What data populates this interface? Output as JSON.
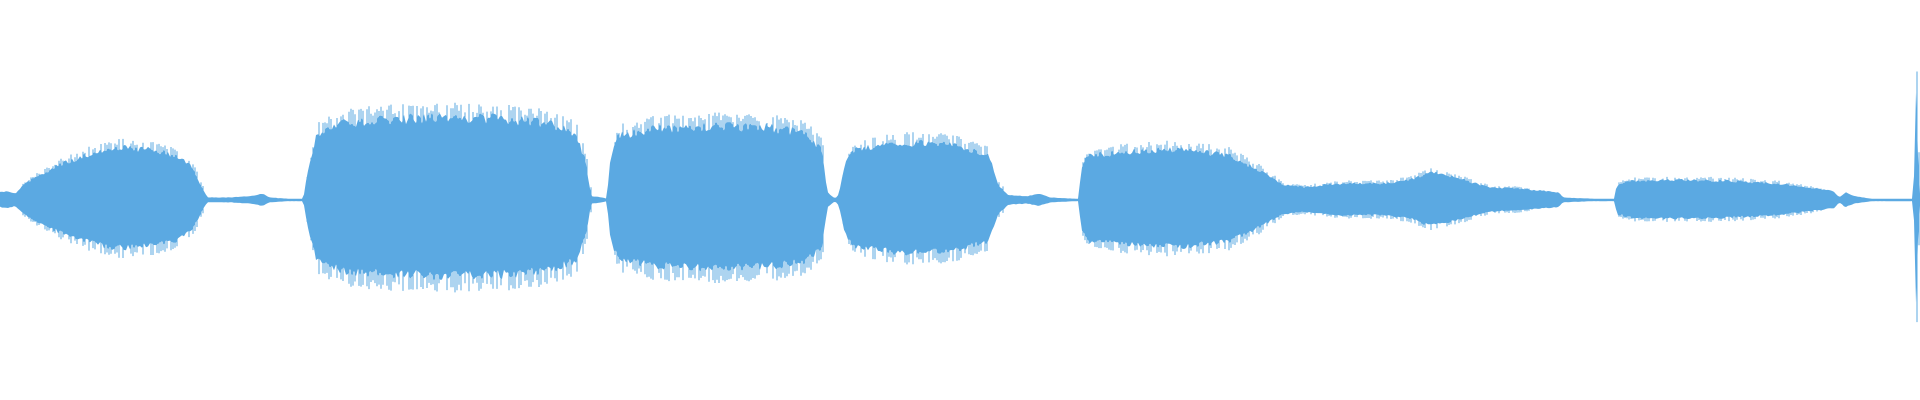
{
  "waveform": {
    "color": "#5ba9e2",
    "background": "#ffffff",
    "duration_fraction_note": "",
    "envelope": [
      [
        0.0,
        0.06
      ],
      [
        0.004,
        0.07
      ],
      [
        0.008,
        0.05
      ],
      [
        0.012,
        0.12
      ],
      [
        0.02,
        0.19
      ],
      [
        0.03,
        0.27
      ],
      [
        0.045,
        0.35
      ],
      [
        0.055,
        0.4
      ],
      [
        0.065,
        0.41
      ],
      [
        0.08,
        0.39
      ],
      [
        0.092,
        0.35
      ],
      [
        0.1,
        0.26
      ],
      [
        0.105,
        0.1
      ],
      [
        0.108,
        0.02
      ],
      [
        0.12,
        0.02
      ],
      [
        0.13,
        0.03
      ],
      [
        0.137,
        0.05
      ],
      [
        0.14,
        0.02
      ],
      [
        0.15,
        0.01
      ],
      [
        0.158,
        0.01
      ],
      [
        0.16,
        0.22
      ],
      [
        0.165,
        0.52
      ],
      [
        0.18,
        0.61
      ],
      [
        0.2,
        0.63
      ],
      [
        0.23,
        0.65
      ],
      [
        0.26,
        0.64
      ],
      [
        0.285,
        0.6
      ],
      [
        0.3,
        0.52
      ],
      [
        0.305,
        0.3
      ],
      [
        0.308,
        0.03
      ],
      [
        0.314,
        0.02
      ],
      [
        0.316,
        0.01
      ],
      [
        0.318,
        0.35
      ],
      [
        0.322,
        0.5
      ],
      [
        0.34,
        0.56
      ],
      [
        0.37,
        0.58
      ],
      [
        0.4,
        0.57
      ],
      [
        0.42,
        0.52
      ],
      [
        0.428,
        0.4
      ],
      [
        0.431,
        0.06
      ],
      [
        0.435,
        0.01
      ],
      [
        0.437,
        0.05
      ],
      [
        0.44,
        0.28
      ],
      [
        0.445,
        0.4
      ],
      [
        0.47,
        0.45
      ],
      [
        0.495,
        0.44
      ],
      [
        0.515,
        0.35
      ],
      [
        0.52,
        0.12
      ],
      [
        0.525,
        0.04
      ],
      [
        0.535,
        0.03
      ],
      [
        0.541,
        0.05
      ],
      [
        0.547,
        0.02
      ],
      [
        0.56,
        0.01
      ],
      [
        0.562,
        0.01
      ],
      [
        0.563,
        0.26
      ],
      [
        0.567,
        0.35
      ],
      [
        0.59,
        0.38
      ],
      [
        0.615,
        0.4
      ],
      [
        0.64,
        0.35
      ],
      [
        0.655,
        0.24
      ],
      [
        0.668,
        0.12
      ],
      [
        0.68,
        0.1
      ],
      [
        0.69,
        0.12
      ],
      [
        0.7,
        0.13
      ],
      [
        0.72,
        0.13
      ],
      [
        0.735,
        0.16
      ],
      [
        0.745,
        0.22
      ],
      [
        0.76,
        0.17
      ],
      [
        0.775,
        0.1
      ],
      [
        0.79,
        0.09
      ],
      [
        0.805,
        0.07
      ],
      [
        0.812,
        0.06
      ],
      [
        0.814,
        0.02
      ],
      [
        0.83,
        0.01
      ],
      [
        0.841,
        0.01
      ],
      [
        0.842,
        0.12
      ],
      [
        0.85,
        0.15
      ],
      [
        0.87,
        0.16
      ],
      [
        0.9,
        0.15
      ],
      [
        0.925,
        0.13
      ],
      [
        0.94,
        0.1
      ],
      [
        0.955,
        0.07
      ],
      [
        0.958,
        0.02
      ],
      [
        0.961,
        0.06
      ],
      [
        0.966,
        0.03
      ],
      [
        0.975,
        0.01
      ],
      [
        0.996,
        0.01
      ],
      [
        0.997,
        0.2
      ],
      [
        0.998,
        0.95
      ],
      [
        0.999,
        0.3
      ],
      [
        1.0,
        0.05
      ]
    ]
  }
}
